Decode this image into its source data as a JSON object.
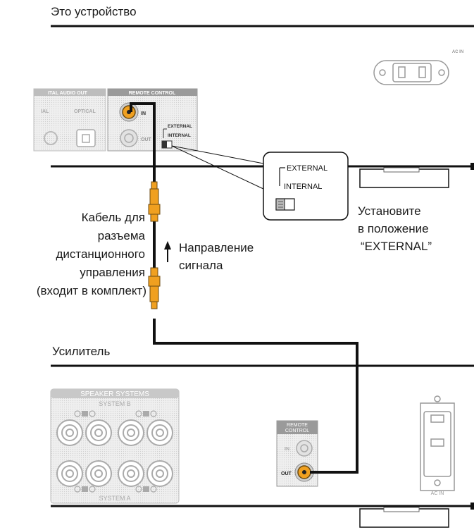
{
  "device": {
    "title": "Это устройство",
    "digital_audio_out": "ITAL AUDIO OUT",
    "optical_left": "IAL",
    "optical": "OPTICAL",
    "remote_control": "REMOTE CONTROL",
    "in": "IN",
    "out": "OUT",
    "external": "EXTERNAL",
    "internal": "INTERNAL",
    "ac_in": "AC IN"
  },
  "callout": {
    "external": "EXTERNAL",
    "internal": "INTERNAL",
    "instruction": [
      "Установите",
      "в положение",
      "“EXTERNAL”"
    ]
  },
  "cable": {
    "label": [
      "Кабель для",
      "разъема",
      "дистанционного",
      "управления",
      "(входит в комплект)"
    ],
    "signal": [
      "Направление",
      "сигнала"
    ]
  },
  "amplifier": {
    "title": "Усилитель",
    "speaker_systems": "SPEAKER SYSTEMS",
    "system_b": "SYSTEM B",
    "system_a": "SYSTEM A",
    "remote_control": [
      "REMOTE",
      "CONTROL"
    ],
    "in": "IN",
    "out": "OUT",
    "ac_in": "AC IN"
  },
  "colors": {
    "plug": "#f0a020",
    "cable": "#111111",
    "panel": "#e9e9e9"
  }
}
